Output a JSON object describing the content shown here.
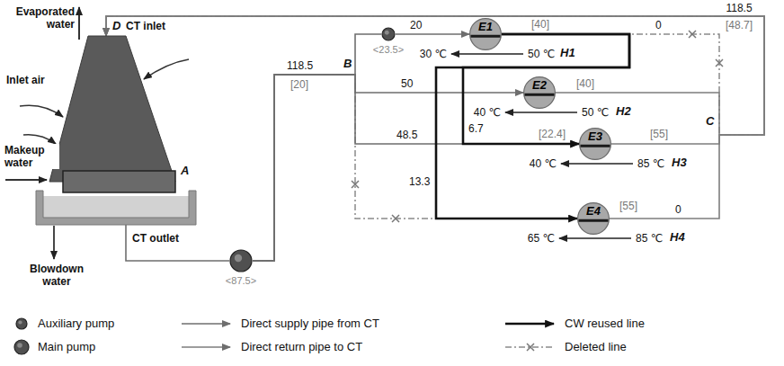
{
  "diagram": {
    "nodes": [
      {
        "text": [
          "CT inlet"
        ]
      },
      {
        "text": [
          "<87.5>"
        ]
      },
      {
        "text": [
          "<23.5>"
        ]
      },
      {
        "text": [
          "E1"
        ]
      },
      {
        "text": [
          "E2"
        ]
      },
      {
        "text": [
          "E3"
        ]
      },
      {
        "text": [
          "E4"
        ]
      }
    ],
    "edges": [
      {
        "from": 0,
        "to": 1,
        "arrow": "none"
      },
      {
        "from": 1,
        "to": 2,
        "arrow": "none"
      },
      {
        "from": 2,
        "to": 3,
        "label": "20",
        "arrow": "to"
      },
      {
        "from": 1,
        "to": 4,
        "label": "50",
        "arrow": "to"
      },
      {
        "from": 1,
        "to": 5,
        "label": "48.5",
        "arrow": "to"
      },
      {
        "from": 1,
        "to": 6,
        "arrow": "none"
      },
      {
        "from": 3,
        "to": 5,
        "label": "6.7",
        "arrow": "to"
      },
      {
        "from": 3,
        "to": 6,
        "label": "13.3",
        "arrow": "to"
      },
      {
        "from": 3,
        "to": 0,
        "label": "0",
        "arrow": "none"
      },
      {
        "from": 4,
        "to": 0,
        "label": "[40]",
        "arrow": "to"
      },
      {
        "from": 5,
        "to": 0,
        "label": "[55]",
        "arrow": "to"
      },
      {
        "from": 6,
        "to": 0,
        "label": "0",
        "arrow": "to"
      }
    ],
    "labels": [
      "Evaporated water",
      "D",
      "Inlet air",
      "Makeup water",
      "A",
      "Blowdown water",
      "CT outlet",
      "118.5",
      "[48.7]",
      "118.5",
      "[20]",
      "B",
      "C",
      "[40]",
      "30 ℃",
      "50 ℃",
      "H1",
      "40 ℃",
      "50 ℃",
      "H2",
      "[22.4]",
      "40 ℃",
      "85 ℃",
      "H3",
      "[55]",
      "65 ℃",
      "85 ℃",
      "H4"
    ],
    "legend": [
      {
        "text": "Auxiliary pump"
      },
      {
        "text": "Main pump"
      },
      {
        "text": "Direct supply pipe from CT"
      },
      {
        "text": "Direct return pipe to CT"
      },
      {
        "text": "CW reused line"
      },
      {
        "text": "Deleted line"
      }
    ]
  }
}
